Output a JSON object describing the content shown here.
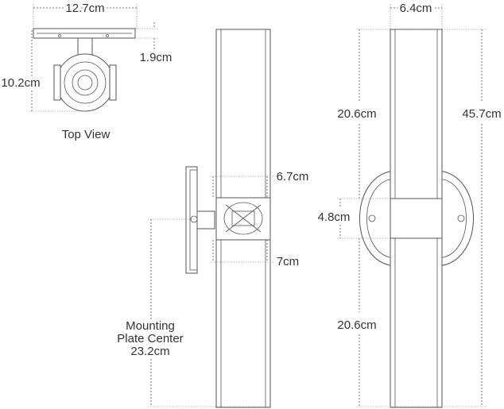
{
  "top_view": {
    "width_label": "12.7cm",
    "depth_label": "10.2cm",
    "plate_label": "1.9cm",
    "caption": "Top View"
  },
  "side_view": {
    "diameter_label": "6.7cm",
    "lower_label": "7cm",
    "mounting_label_line1": "Mounting",
    "mounting_label_line2": "Plate Center",
    "mounting_value": "23.2cm"
  },
  "front_view": {
    "width_label": "6.4cm",
    "upper_label": "20.6cm",
    "total_label": "45.7cm",
    "band_label": "4.8cm",
    "lower_label": "20.6cm"
  }
}
